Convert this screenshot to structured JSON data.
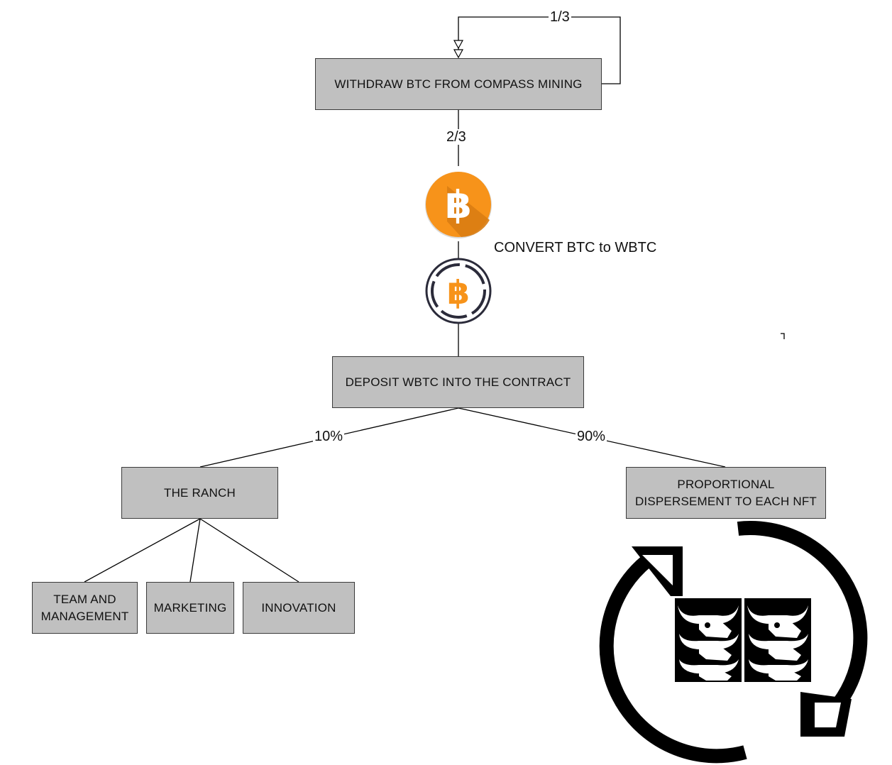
{
  "boxes": {
    "withdraw": "WITHDRAW BTC FROM COMPASS MINING",
    "deposit": "DEPOSIT WBTC INTO THE CONTRACT",
    "ranch": "THE RANCH",
    "dispersement": "PROPORTIONAL DISPERSEMENT TO EACH NFT",
    "team": "TEAM AND MANAGEMENT",
    "marketing": "MARKETING",
    "innovation": "INNOVATION"
  },
  "edge_labels": {
    "loop": "1/3",
    "withdraw_to_btc": "2/3",
    "ranch_share": "10%",
    "nft_share": "90%"
  },
  "convert_label": "CONVERT BTC to WBTC",
  "icons": [
    "bitcoin-icon",
    "wrapped-bitcoin-icon",
    "bull-skull-icon",
    "refresh-cycle-icon"
  ],
  "colors": {
    "box_fill": "#c0c0c0",
    "bitcoin_orange": "#f7931a",
    "wbtc_ring": "#2b2b3a"
  }
}
